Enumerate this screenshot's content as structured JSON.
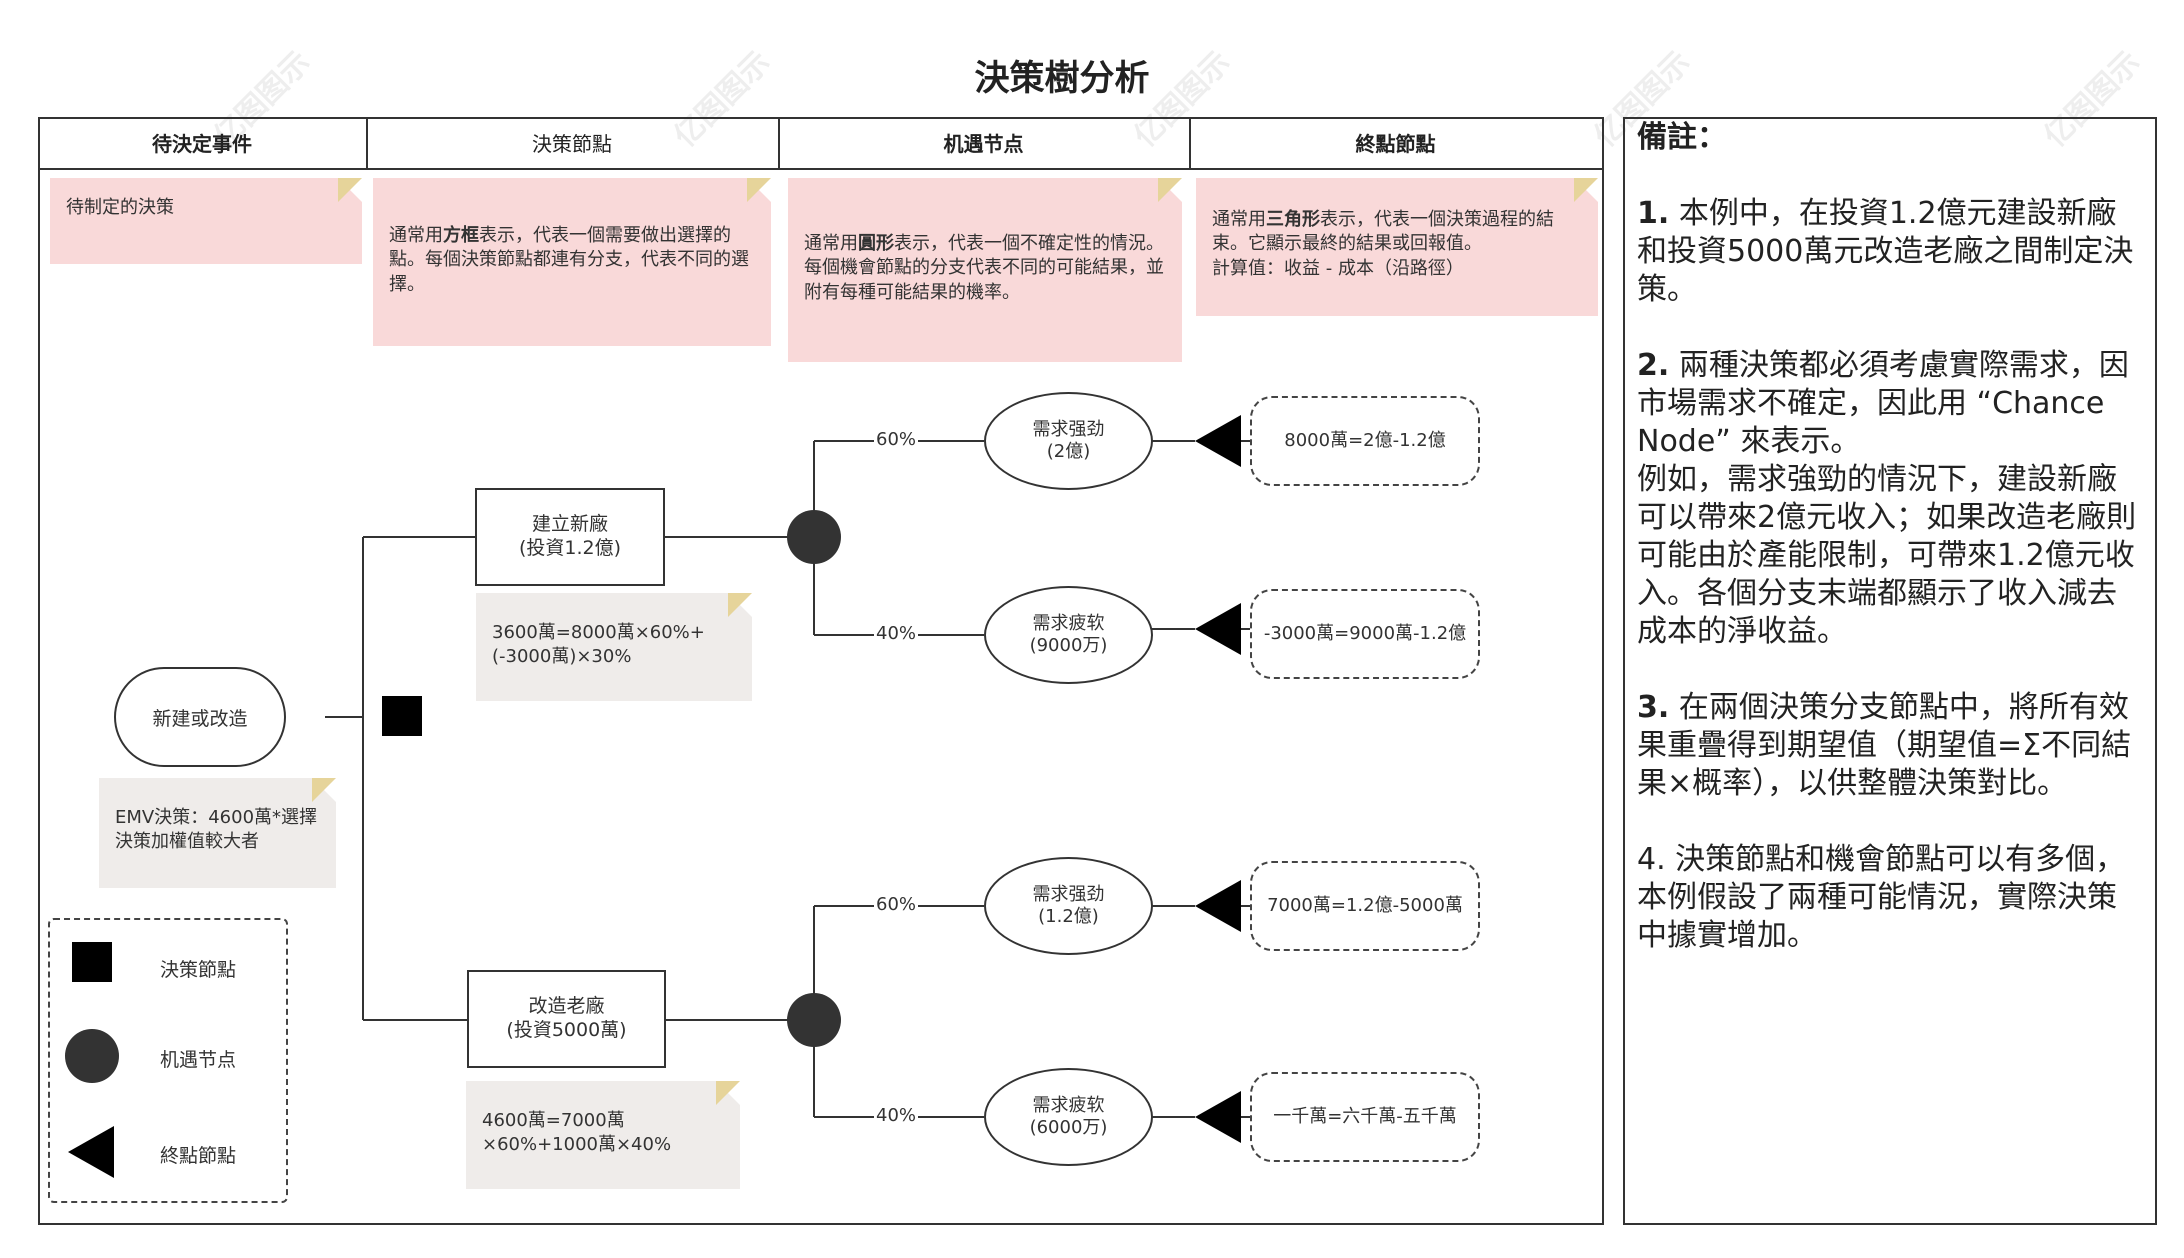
{
  "title": "決策樹分析",
  "watermark": "亿图图示",
  "columns": [
    {
      "label": "待決定事件",
      "bold": true
    },
    {
      "label": "決策節點",
      "bold": false
    },
    {
      "label": "机遇节点",
      "bold": true
    },
    {
      "label": "終點節點",
      "bold": true
    }
  ],
  "header_notes": {
    "pending": "待制定的決策",
    "decision_pre": "通常用",
    "decision_bold": "方框",
    "decision_post": "表示，代表一個需要做出選擇的點。每個決策節點都連有分支，代表不同的選擇。",
    "chance_pre": "通常用",
    "chance_bold": "圓形",
    "chance_post": "表示，代表一個不確定性的情況。每個機會節點的分支代表不同的可能結果，並附有每種可能結果的機率。",
    "end_pre": "通常用",
    "end_bold": "三角形",
    "end_post": "表示，代表一個決策過程的結束。它顯示最終的結果或回報值。",
    "end_calc": "計算值：收益 - 成本（沿路徑）"
  },
  "tree": {
    "root": "新建或改造",
    "root_note": "EMV決策：4600萬*選擇決策加權值較大者",
    "option_a": {
      "line1": "建立新廠",
      "line2": "(投資1.2億)",
      "note": "3600萬=8000萬×60%+(-3000萬)×30%"
    },
    "option_b": {
      "line1": "改造老廠",
      "line2": "(投資5000萬)",
      "note": "4600萬=7000萬×60%+1000萬×40%"
    },
    "outcomes": [
      {
        "pct": "60%",
        "line1": "需求强劲",
        "line2": "(2億)",
        "result": "8000萬=2億-1.2億"
      },
      {
        "pct": "40%",
        "line1": "需求疲软",
        "line2": "(9000万)",
        "result": "-3000萬=9000萬-1.2億"
      },
      {
        "pct": "60%",
        "line1": "需求强劲",
        "line2": "(1.2億)",
        "result": "7000萬=1.2億-5000萬"
      },
      {
        "pct": "40%",
        "line1": "需求疲软",
        "line2": "(6000万)",
        "result": "一千萬=六千萬-五千萬"
      }
    ]
  },
  "legend": {
    "decision": "決策節點",
    "chance": "机遇节点",
    "end": "終點節點"
  },
  "remarks": {
    "heading": "備註：",
    "p1_num": "1.",
    "p1": " 本例中，在投資1.2億元建設新廠和投資5000萬元改造老廠之間制定決策。",
    "p2_num": "2.",
    "p2": " 兩種決策都必須考慮實際需求，因市場需求不確定，因此用 “Chance Node” 來表示。",
    "p2b": "例如，需求強勁的情況下，建設新廠可以帶來2億元收入；如果改造老廠則可能由於產能限制，可帶來1.2億元收入。各個分支末端都顯示了收入減去成本的淨收益。",
    "p3_num": "3.",
    "p3": " 在兩個決策分支節點中，將所有效果重疊得到期望值（期望值=Σ不同結果×概率），以供整體決策對比。",
    "p4": "4. 決策節點和機會節點可以有多個，本例假設了兩種可能情況，實際決策中據實增加。"
  },
  "colors": {
    "note_pink": "#f9d9d9",
    "note_grey": "#efecea",
    "node_fill": "#333333",
    "fold": "#e6d49a"
  }
}
